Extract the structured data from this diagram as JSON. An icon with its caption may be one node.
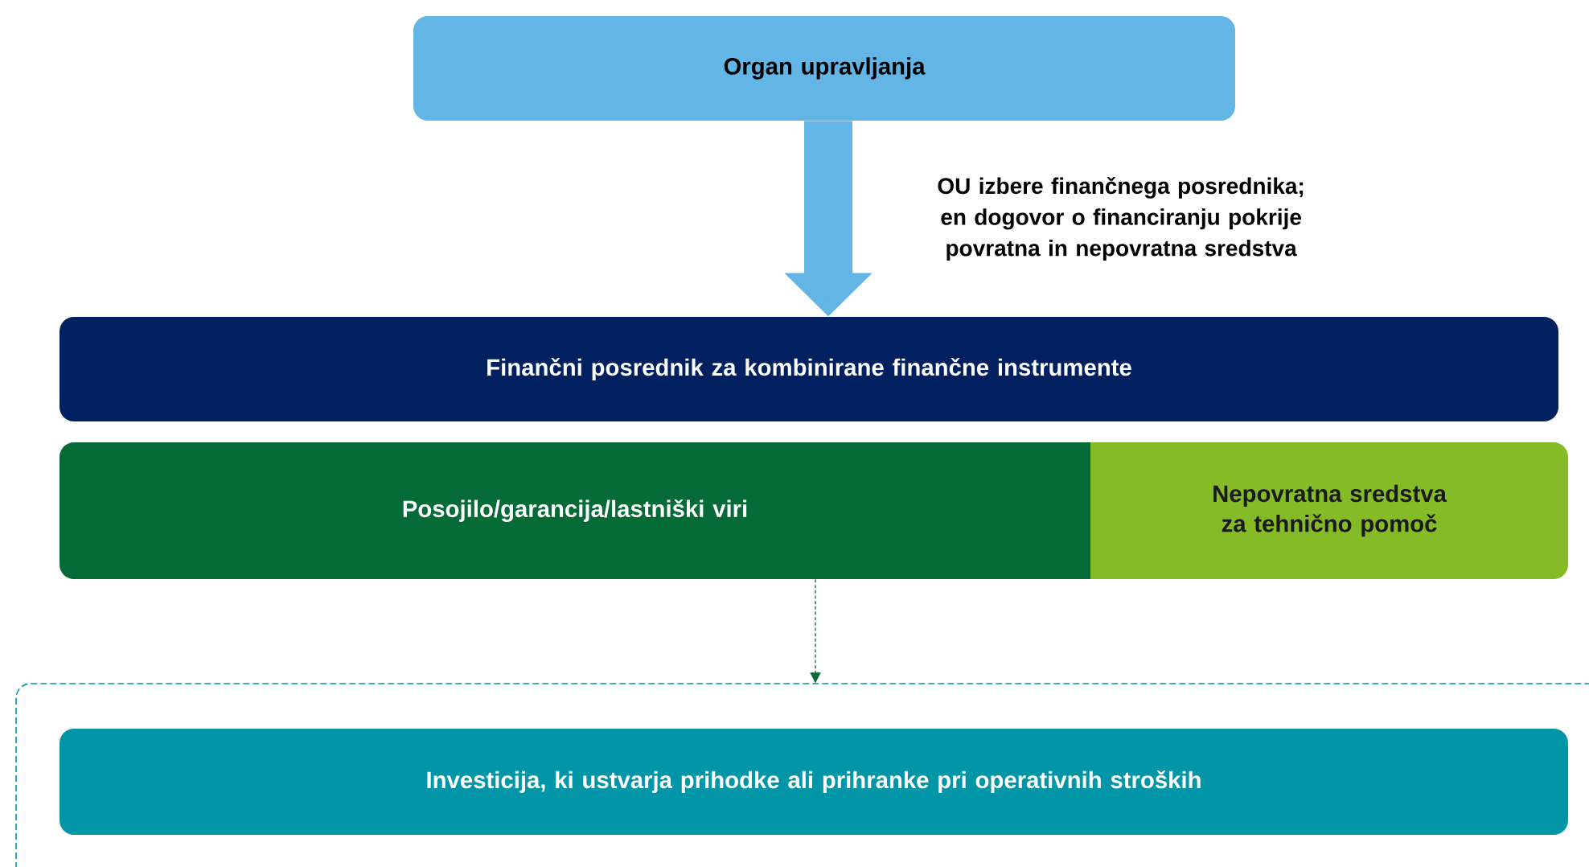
{
  "diagram": {
    "nodes": [
      {
        "text": [
          "Organ upravljanja"
        ]
      },
      {
        "text": [
          "Finančni posrednik za kombinirane finančne instrumente"
        ]
      },
      {
        "text": [
          "Posojilo/garancija/lastniški viri"
        ]
      },
      {
        "text": [
          "Nepovratna sredstva za tehnično pomoč"
        ]
      },
      {
        "text": [],
        "shape": "box"
      },
      {
        "text": [
          "Investicija, ki ustvarja prihodke ali prihranke pri operativnih stroških"
        ],
        "in": 4
      }
    ],
    "edges": [
      {
        "from": 0,
        "to": 1,
        "arrow": "to",
        "label": "OU izbere finančnega posrednika; en dogovor o financiranju pokrije povratna in nepovratna sredstva",
        "style": "thick",
        "color": "#62b5e5"
      },
      {
        "from": 2,
        "to": 4,
        "arrow": "to",
        "style": "dashed",
        "color": "#0b6b3a"
      }
    ]
  }
}
